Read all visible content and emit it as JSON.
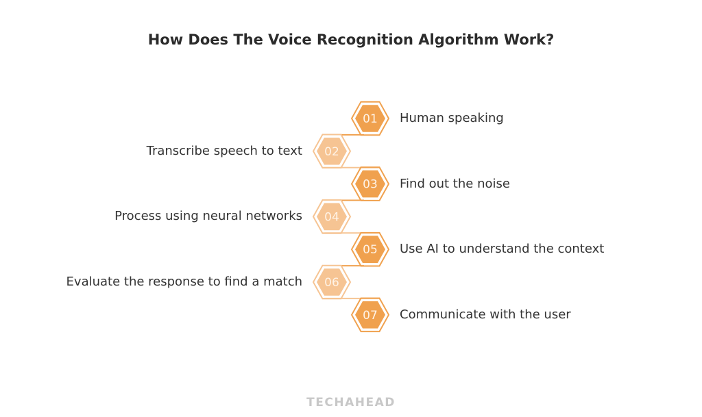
{
  "title": "How Does The Voice Recognition Algorithm Work?",
  "brand": "TECHAHEAD",
  "colors": {
    "dark_hex_fill": "#f0a14e",
    "light_hex_fill": "#f6c493",
    "dark_hex_stroke": "#f0a14e",
    "light_hex_stroke": "#f6c493",
    "number_text": "#fff3e6"
  },
  "steps": [
    {
      "num": "01",
      "label": "Human speaking",
      "side": "right",
      "shade": "dark"
    },
    {
      "num": "02",
      "label": "Transcribe speech to text",
      "side": "left",
      "shade": "light"
    },
    {
      "num": "03",
      "label": "Find out the noise",
      "side": "right",
      "shade": "dark"
    },
    {
      "num": "04",
      "label": "Process using neural networks",
      "side": "left",
      "shade": "light"
    },
    {
      "num": "05",
      "label": "Use AI to understand the context",
      "side": "right",
      "shade": "dark"
    },
    {
      "num": "06",
      "label": "Evaluate the response to find a match",
      "side": "left",
      "shade": "light"
    },
    {
      "num": "07",
      "label": "Communicate with the user",
      "side": "right",
      "shade": "dark"
    }
  ]
}
